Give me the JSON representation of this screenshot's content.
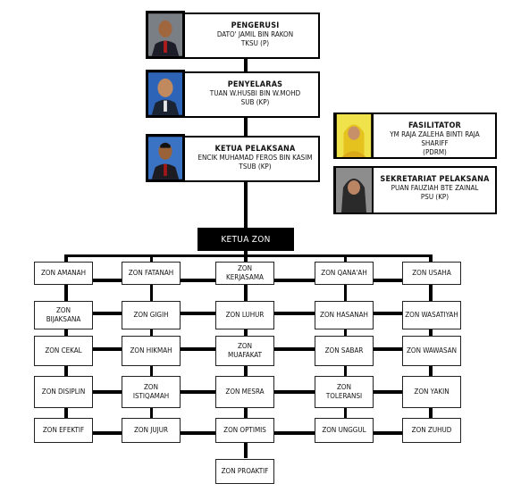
{
  "leaders": [
    {
      "role": "PENGERUSI",
      "name": "DATO' JAMIL BIN RAKON",
      "grade": "TKSU (P)",
      "photo_icon": "portrait-man-icon"
    },
    {
      "role": "PENYELARAS",
      "name": "TUAN W.HUSBI BIN W.MOHD",
      "grade": "SUB (KP)",
      "photo_icon": "portrait-man-icon"
    },
    {
      "role": "KETUA PELAKSANA",
      "name": "ENCIK MUHAMAD FEROS BIN KASIM",
      "grade": "TSUB (KP)",
      "photo_icon": "portrait-man-icon"
    },
    {
      "role": "FASILITATOR",
      "name": "YM RAJA ZALEHA BINTI RAJA SHARIFF",
      "grade": "(PDRM)",
      "photo_icon": "portrait-woman-icon"
    },
    {
      "role": "SEKRETARIAT PELAKSANA",
      "name": "PUAN FAUZIAH BTE ZAINAL",
      "grade": "PSU (KP)",
      "photo_icon": "portrait-woman-icon"
    }
  ],
  "ketua_zon": "KETUA ZON",
  "zones": [
    [
      "ZON AMANAH",
      "ZON FATANAH",
      "ZON\nKERJASAMA",
      "ZON QANA'AH",
      "ZON USAHA"
    ],
    [
      "ZON\nBIJAKSANA",
      "ZON GIGIH",
      "ZON LUHUR",
      "ZON HASANAH",
      "ZON WASATIYAH"
    ],
    [
      "ZON CEKAL",
      "ZON HIKMAH",
      "ZON\nMUAFAKAT",
      "ZON SABAR",
      "ZON WAWASAN"
    ],
    [
      "ZON DISIPLIN",
      "ZON\nISTIQAMAH",
      "ZON MESRA",
      "ZON\nTOLERANSI",
      "ZON YAKIN"
    ],
    [
      "ZON EFEKTIF",
      "ZON JUJUR",
      "ZON OPTIMIS",
      "ZON UNGGUL",
      "ZON ZUHUD"
    ],
    [
      "ZON PROAKTIF"
    ]
  ],
  "colors": {
    "photo_bg_1": "#7a7f86",
    "photo_bg_2": "#2e64b8",
    "photo_bg_3": "#3a72c4",
    "photo_bg_4": "#f0e24a",
    "photo_bg_5": "#8d8d8d"
  }
}
